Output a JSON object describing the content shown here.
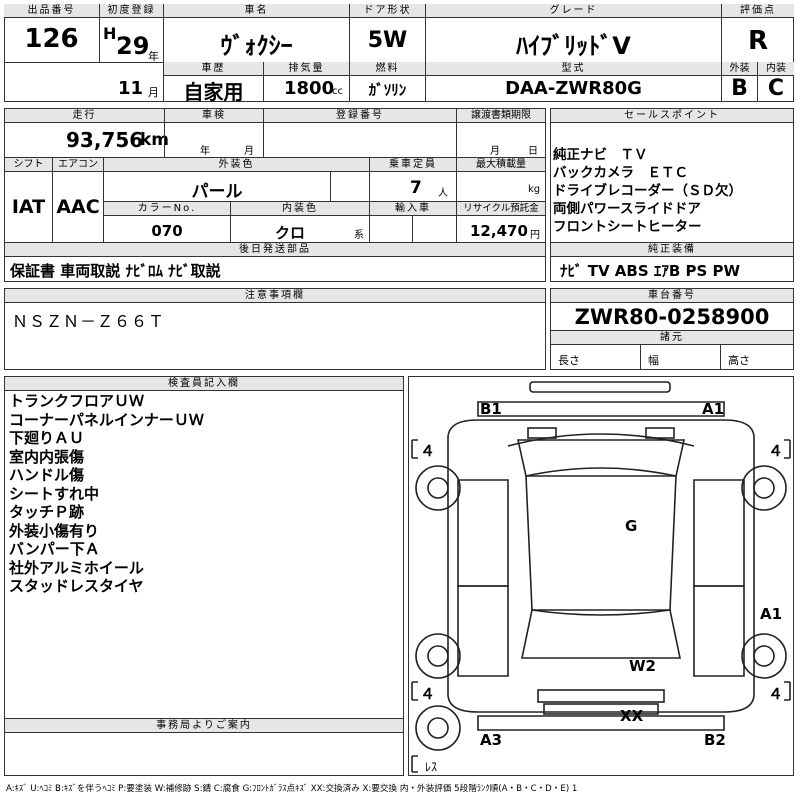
{
  "header": {
    "lot_label": "出品番号",
    "lot": "126",
    "first_reg_label": "初度登録",
    "era": "H",
    "year": "29",
    "year_unit": "年",
    "month": "11",
    "month_unit": "月",
    "car_name_label": "車名",
    "car_name": "ｳﾞｫｸｼｰ",
    "door_label": "ドア形状",
    "door": "5W",
    "grade_label": "グレード",
    "grade": "ﾊｲﾌﾞﾘｯﾄﾞV",
    "score_label": "評価点",
    "score": "R",
    "history_label": "車歴",
    "history": "自家用",
    "displacement_label": "排気量",
    "displacement": "1800",
    "displacement_unit": "cc",
    "fuel_label": "燃料",
    "fuel": "ｶﾞｿﾘﾝ",
    "model_label": "型式",
    "model": "DAA-ZWR80G",
    "ext_label": "外装",
    "ext": "B",
    "int_label": "内装",
    "int": "C"
  },
  "row2": {
    "mileage_label": "走行",
    "mileage": "93,756",
    "mileage_unit": "km",
    "inspection_label": "車検",
    "year_unit": "年",
    "month_unit": "月",
    "reg_no_label": "登録番号",
    "transfer_label": "譲渡書類期限",
    "transfer_month_unit": "月",
    "transfer_day_unit": "日",
    "shift_label": "シフト",
    "shift": "IAT",
    "ac_label": "エアコン",
    "ac": "AAC",
    "color_label": "外装色",
    "color": "パール",
    "capacity_label": "乗車定員",
    "capacity": "7",
    "capacity_unit": "人",
    "load_label": "最大積載量",
    "load_unit": "kg",
    "color_no_label": "カラーNo.",
    "color_no": "070",
    "int_color_label": "内装色",
    "int_color": "クロ",
    "int_color_unit": "系",
    "import_label": "輸入車",
    "recycle_label": "リサイクル預託金",
    "recycle": "12,470",
    "recycle_unit": "円"
  },
  "sales_points": {
    "label": "セールスポイント",
    "items": [
      "純正ナビ　ＴＶ",
      "バックカメラ　ＥＴＣ",
      "ドライブレコーダー（ＳＤ欠）",
      "両側パワースライドドア",
      "フロントシートヒーター"
    ]
  },
  "later_parts": {
    "label": "後日発送部品",
    "value": "保証書 車両取説 ﾅﾋﾞﾛﾑ ﾅﾋﾞ取説"
  },
  "equipment": {
    "label": "純正装備",
    "value": "ﾅﾋﾞ TV ABS ｴｱB PS PW"
  },
  "notes": {
    "label": "注意事項欄",
    "value": "ＮＳＺＮ－Ｚ６６Ｔ"
  },
  "chassis": {
    "label": "車台番号",
    "value": "ZWR80-0258900"
  },
  "specs": {
    "label": "諸元",
    "length": "長さ",
    "width": "幅",
    "height": "高さ"
  },
  "inspector": {
    "label": "検査員記入欄",
    "items": [
      "トランクフロアＵＷ",
      "コーナーパネルインナーＵＷ",
      "下廻りＡＵ",
      "室内内張傷",
      "ハンドル傷",
      "シートすれ中",
      "タッチＰ跡",
      "外装小傷有り",
      "バンパー下Ａ",
      "社外アルミホイール",
      "スタッドレスタイヤ"
    ]
  },
  "office": {
    "label": "事務局よりご案内"
  },
  "diagram": {
    "marks": {
      "b1": "B1",
      "a1_top": "A1",
      "g": "G",
      "a1_side": "A1",
      "w2": "W2",
      "xx": "XX",
      "a3": "A3",
      "b2": "B2"
    },
    "tires": {
      "tl": "４",
      "tr": "４",
      "bl": "４",
      "br": "４"
    },
    "spare": "ﾚｽ"
  },
  "legend": "A:ｷｽﾞ U:ﾍｺﾐ B:ｷｽﾞを伴うﾍｺﾐ P:要塗装 W:補修跡 S:錆 C:腐食 G:ﾌﾛﾝﾄｶﾞﾗｽ点ｷｽﾞ XX:交換済み X:要交換 内・外装評価 5段階ﾗﾝｸ順(A・B・C・D・E) 1"
}
